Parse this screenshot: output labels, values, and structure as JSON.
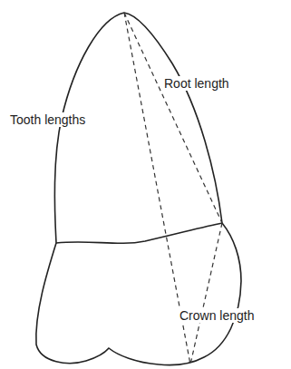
{
  "diagram": {
    "labels": [
      "Root length",
      "Tooth lengths",
      "Crown length"
    ]
  }
}
